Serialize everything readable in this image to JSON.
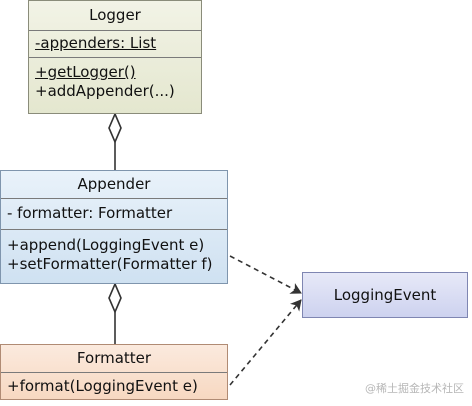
{
  "classes": {
    "logger": {
      "name": "Logger",
      "attributes": [
        "-appenders: List"
      ],
      "operations": [
        "+getLogger()",
        "+addAppender(...)"
      ]
    },
    "appender": {
      "name": "Appender",
      "attributes": [
        "- formatter: Formatter"
      ],
      "operations": [
        "+append(LoggingEvent e)",
        "+setFormatter(Formatter f)"
      ]
    },
    "formatter": {
      "name": "Formatter",
      "operations": [
        "+format(LoggingEvent e)"
      ]
    },
    "logging_event": {
      "name": "LoggingEvent"
    }
  },
  "colors": {
    "logger_fill": "#e8ead6",
    "appender_fill": "#d7e6f4",
    "formatter_fill": "#f9dfcc",
    "logging_event_fill": "#d8dcf2",
    "line": "#333333"
  },
  "watermark": "@稀土掘金技术社区"
}
